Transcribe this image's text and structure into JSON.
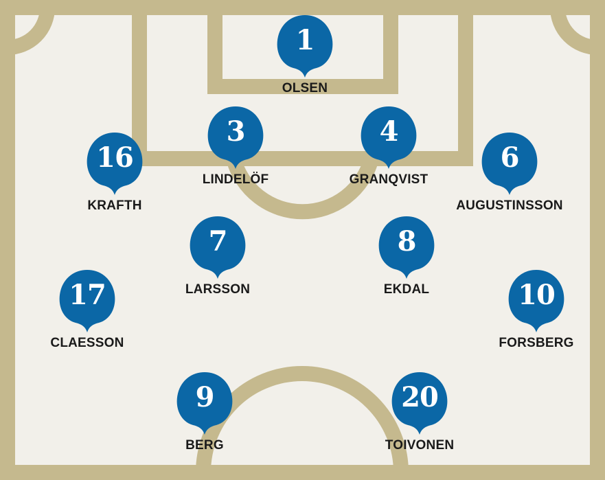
{
  "colors": {
    "pitch_background": "#f2f0ea",
    "pitch_lines": "#c5b98e",
    "badge": "#0b67a6",
    "badge_text": "#ffffff",
    "name_text": "#1a1a1a"
  },
  "badge_icon": "shield-marker-icon",
  "players": [
    {
      "number": "1",
      "name": "OLSEN"
    },
    {
      "number": "3",
      "name": "LINDELÖF"
    },
    {
      "number": "4",
      "name": "GRANQVIST"
    },
    {
      "number": "16",
      "name": "KRAFTH"
    },
    {
      "number": "6",
      "name": "AUGUSTINSSON"
    },
    {
      "number": "7",
      "name": "LARSSON"
    },
    {
      "number": "8",
      "name": "EKDAL"
    },
    {
      "number": "17",
      "name": "CLAESSON"
    },
    {
      "number": "10",
      "name": "FORSBERG"
    },
    {
      "number": "9",
      "name": "BERG"
    },
    {
      "number": "20",
      "name": "TOIVONEN"
    }
  ]
}
